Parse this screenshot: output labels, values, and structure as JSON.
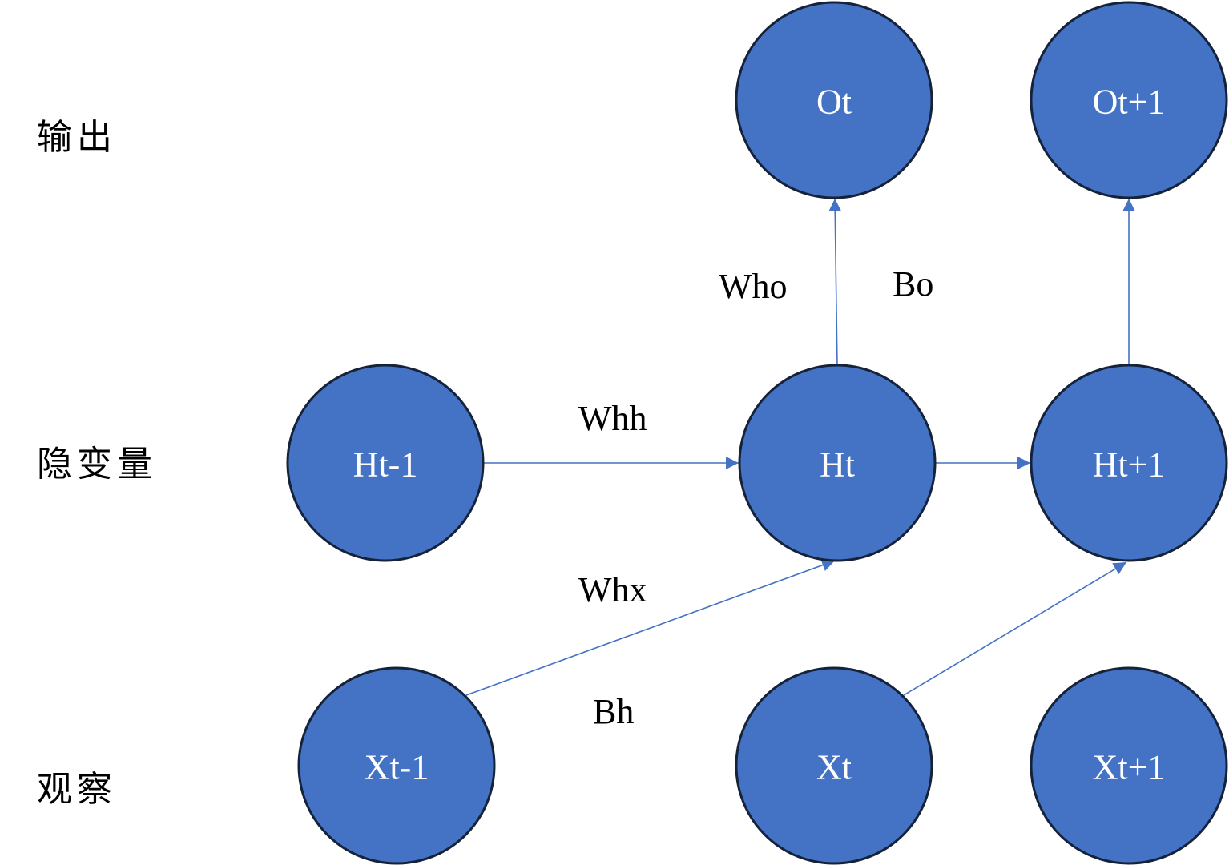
{
  "colors": {
    "node_fill": "#4472c4",
    "node_text": "#ffffff",
    "edge": "#4472c4"
  },
  "row_labels": {
    "output": "输出",
    "hidden": "隐变量",
    "observe": "观察"
  },
  "nodes": {
    "ot": "Ot",
    "ot1": "Ot+1",
    "htm1": "Ht-1",
    "ht": "Ht",
    "ht1": "Ht+1",
    "xtm1": "Xt-1",
    "xt": "Xt",
    "xt1": "Xt+1"
  },
  "edge_labels": {
    "who": "Who",
    "bo": "Bo",
    "whh": "Whh",
    "whx": "Whx",
    "bh": "Bh"
  },
  "edges": [
    {
      "from": "ht",
      "to": "ot"
    },
    {
      "from": "ht1",
      "to": "ot1"
    },
    {
      "from": "htm1",
      "to": "ht"
    },
    {
      "from": "ht",
      "to": "ht1"
    },
    {
      "from": "xtm1",
      "to": "ht"
    },
    {
      "from": "xt",
      "to": "ht1"
    }
  ]
}
